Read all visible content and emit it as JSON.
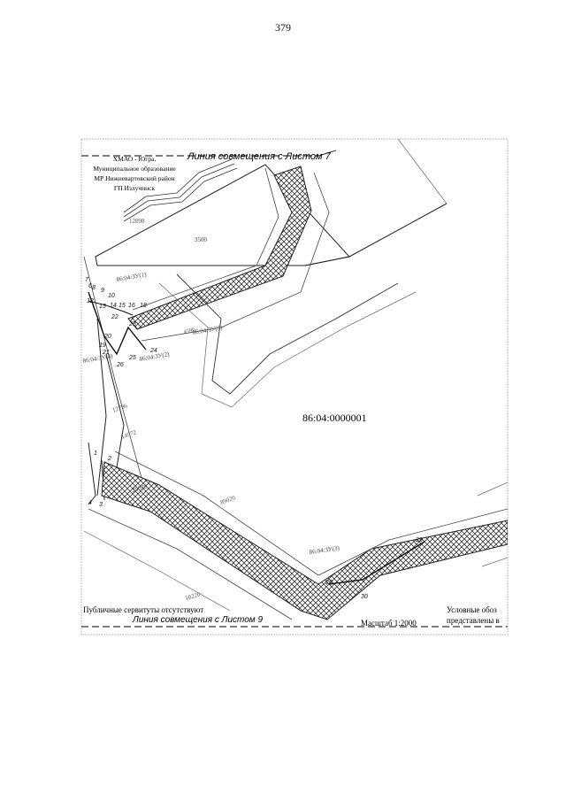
{
  "page_number": "379",
  "header": {
    "title": "Линия совмещения с Листом 7",
    "region_lines": [
      "ХМАО - Югра,",
      "Муниципальное образование",
      "МР Нижневартовский район",
      "ГП Излучинск"
    ]
  },
  "footer": {
    "match_line": "Линия совмещения с Листом 9",
    "servitudes": "Публичные сервитуты отсутствуют",
    "scale": "Масштаб 1:2000",
    "legend_note_line1": "Условные обоз",
    "legend_note_line2": "представлены в"
  },
  "map": {
    "cadastral_quarter": "86:04:0000001",
    "block_label": "3500",
    "parcel_labels": [
      "12898",
      "4596",
      "12796",
      "18220",
      "14972",
      "89020",
      "29020"
    ],
    "parcel_refs": [
      "86:04:ЗУ(1)",
      "86:04:ЗУ(2)",
      "86:04:ЗУ(3)",
      "86:04:ЗУ(4)",
      "86:04:ЗУ(5)"
    ],
    "points": [
      "1",
      "2",
      "3",
      "4",
      "6",
      "7",
      "8",
      "9",
      "10",
      "12",
      "13",
      "14",
      "15",
      "16",
      "18",
      "19",
      "20",
      "21",
      "22",
      "23",
      "24",
      "25",
      "26",
      "28",
      "29",
      "30"
    ],
    "colors": {
      "line": "#111111",
      "hatch": "#333333",
      "dashed": "#555555"
    }
  }
}
